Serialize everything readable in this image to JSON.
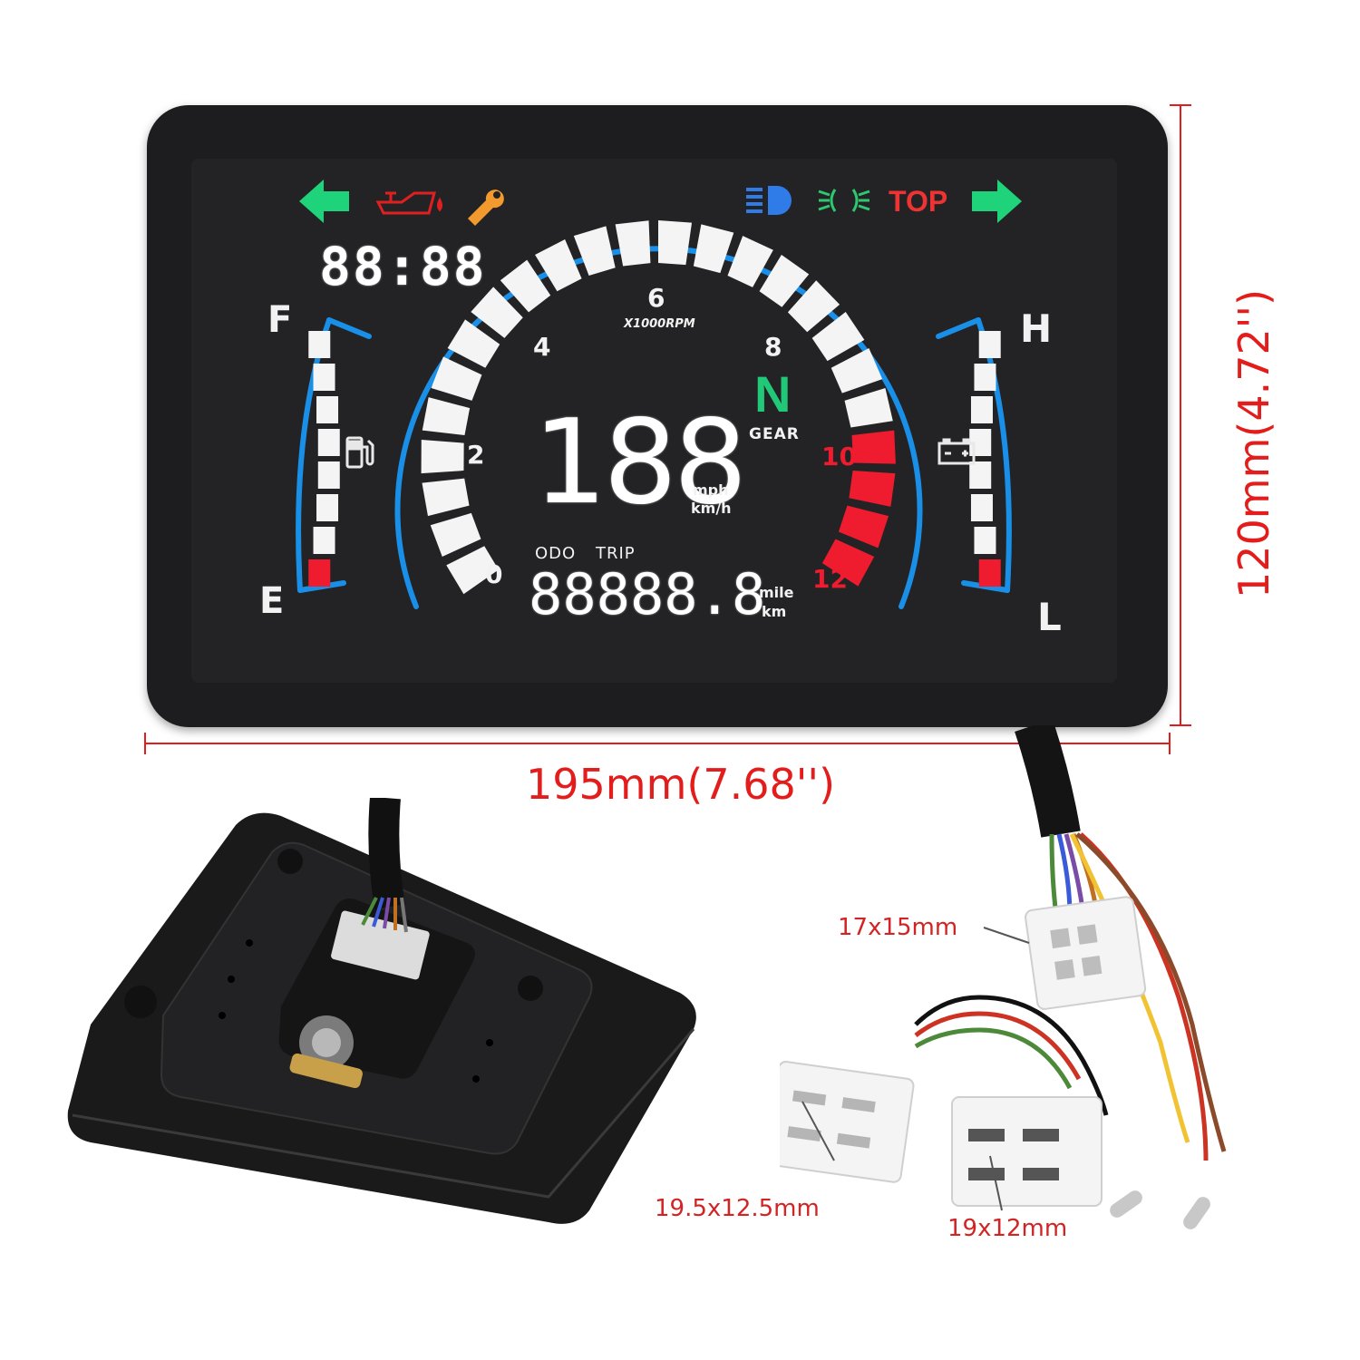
{
  "indicators": {
    "oil_color": "#e02020",
    "wrench_color": "#f29a2e",
    "turn_color": "#1fd37a",
    "highbeam_color": "#2f7be8",
    "lights_color": "#2ec870",
    "top_label": "TOP",
    "top_color": "#ee3333"
  },
  "display": {
    "clock": "88:88",
    "rpm_unit": "X1000RPM",
    "rpm_ticks": [
      "0",
      "2",
      "4",
      "6",
      "8",
      "10",
      "12"
    ],
    "gear": "N",
    "gear_label": "GEAR",
    "speed": "188",
    "speed_unit_1": "mph",
    "speed_unit_2": "km/h",
    "odo_label": "ODO",
    "trip_label": "TRIP",
    "odometer": "88888.8",
    "dist_unit_1": "mile",
    "dist_unit_2": "km",
    "fuel_full": "F",
    "fuel_empty": "E",
    "temp_high": "H",
    "temp_low": "L"
  },
  "dimensions": {
    "width": "195mm(7.68'')",
    "height": "120mm(4.72'')"
  },
  "connectors": {
    "a": "17x15mm",
    "b": "19.5x12.5mm",
    "c": "19x12mm"
  },
  "colors": {
    "dimension_red": "#e31c1c",
    "accent_blue": "#1a8fe8",
    "warning_red": "#ee1c2e"
  }
}
